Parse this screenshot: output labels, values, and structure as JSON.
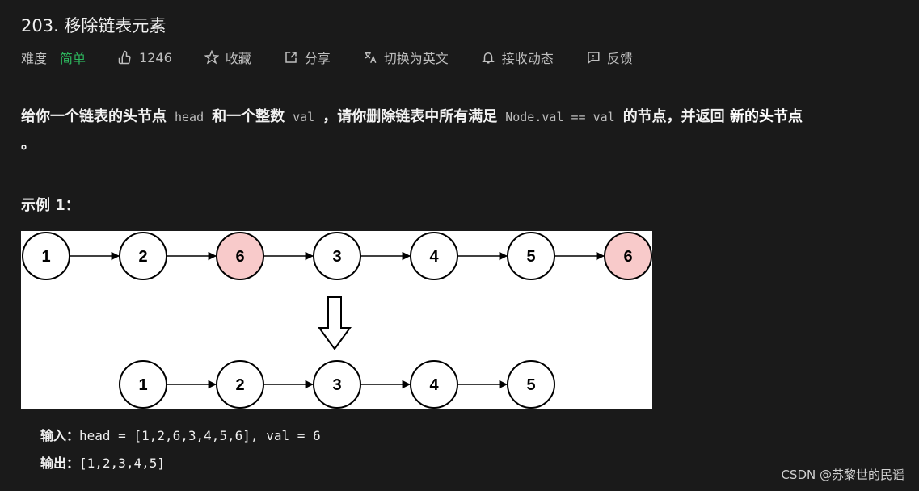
{
  "title": "203. 移除链表元素",
  "meta": {
    "difficulty_label": "难度",
    "difficulty_value": "简单",
    "likes": "1246",
    "favorite": "收藏",
    "share": "分享",
    "translate": "切换为英文",
    "subscribe": "接收动态",
    "feedback": "反馈"
  },
  "description": {
    "p1": "给你一个链表的头节点",
    "c1": "head",
    "p2": "和一个整数",
    "c2": "val",
    "p3": "，请你删除链表中所有满足",
    "c3": "Node.val == val",
    "p4": "的节点，并返回",
    "p5": "新的头节点",
    "p6": "。"
  },
  "example": {
    "title": "示例 1：",
    "input_label": "输入：",
    "input_value": "head = [1,2,6,3,4,5,6], val = 6",
    "output_label": "输出：",
    "output_value": "[1,2,3,4,5]"
  },
  "diagram": {
    "before": [
      "1",
      "2",
      "6",
      "3",
      "4",
      "5",
      "6"
    ],
    "after": [
      "1",
      "2",
      "3",
      "4",
      "5"
    ],
    "highlight_color": "#f8caca"
  },
  "watermark": "CSDN @苏黎世的民谣",
  "colors": {
    "background": "#1a1a1a",
    "easy": "#2db55d"
  }
}
